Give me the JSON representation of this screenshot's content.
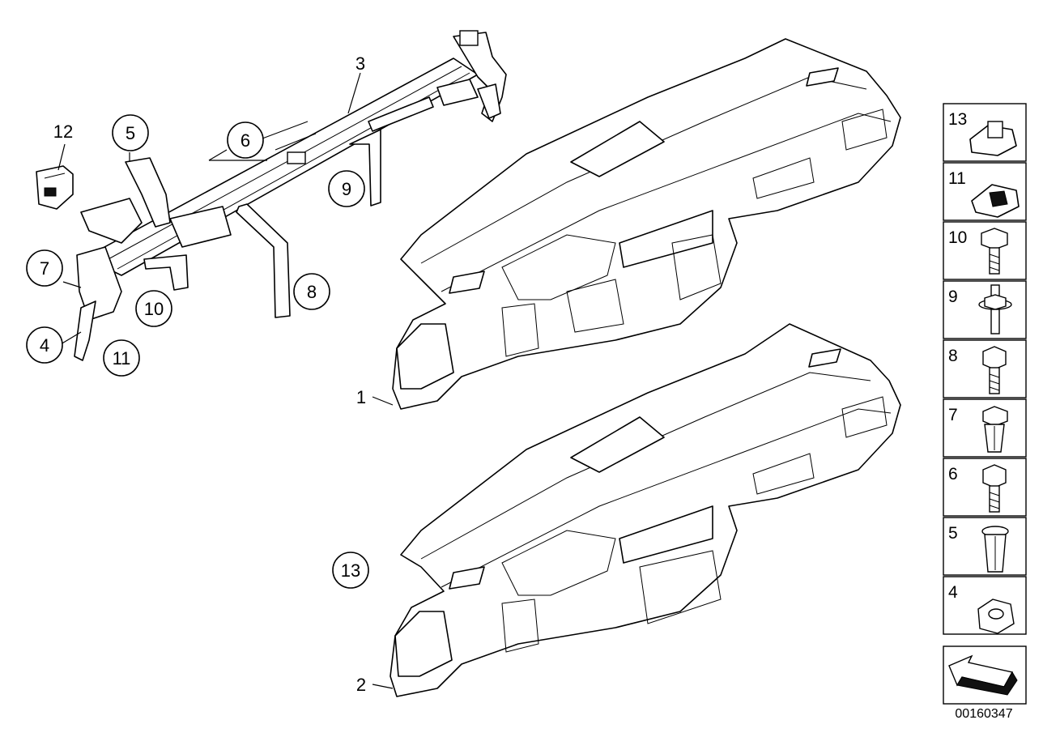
{
  "diagram": {
    "callouts": [
      {
        "id": "c5",
        "text": "5"
      },
      {
        "id": "c6",
        "text": "6"
      },
      {
        "id": "c9",
        "text": "9"
      },
      {
        "id": "c7",
        "text": "7"
      },
      {
        "id": "c10",
        "text": "10"
      },
      {
        "id": "c8",
        "text": "8"
      },
      {
        "id": "c4",
        "text": "4"
      },
      {
        "id": "c11",
        "text": "11"
      },
      {
        "id": "c13",
        "text": "13"
      }
    ],
    "plain_labels": [
      {
        "id": "p12",
        "text": "12"
      },
      {
        "id": "p3",
        "text": "3"
      },
      {
        "id": "p1",
        "text": "1"
      },
      {
        "id": "p2",
        "text": "2"
      }
    ],
    "side_parts": [
      {
        "text": "13",
        "icon": "clip-icon"
      },
      {
        "text": "11",
        "icon": "speed-nut-icon"
      },
      {
        "text": "10",
        "icon": "hex-bolt-icon"
      },
      {
        "text": "9",
        "icon": "stud-bolt-icon"
      },
      {
        "text": "8",
        "icon": "hex-bolt-icon"
      },
      {
        "text": "7",
        "icon": "expanding-nut-icon"
      },
      {
        "text": "6",
        "icon": "hex-bolt-icon"
      },
      {
        "text": "5",
        "icon": "expanding-rivet-icon"
      },
      {
        "text": "4",
        "icon": "hex-nut-icon"
      }
    ],
    "diagram_number": "00160347"
  }
}
